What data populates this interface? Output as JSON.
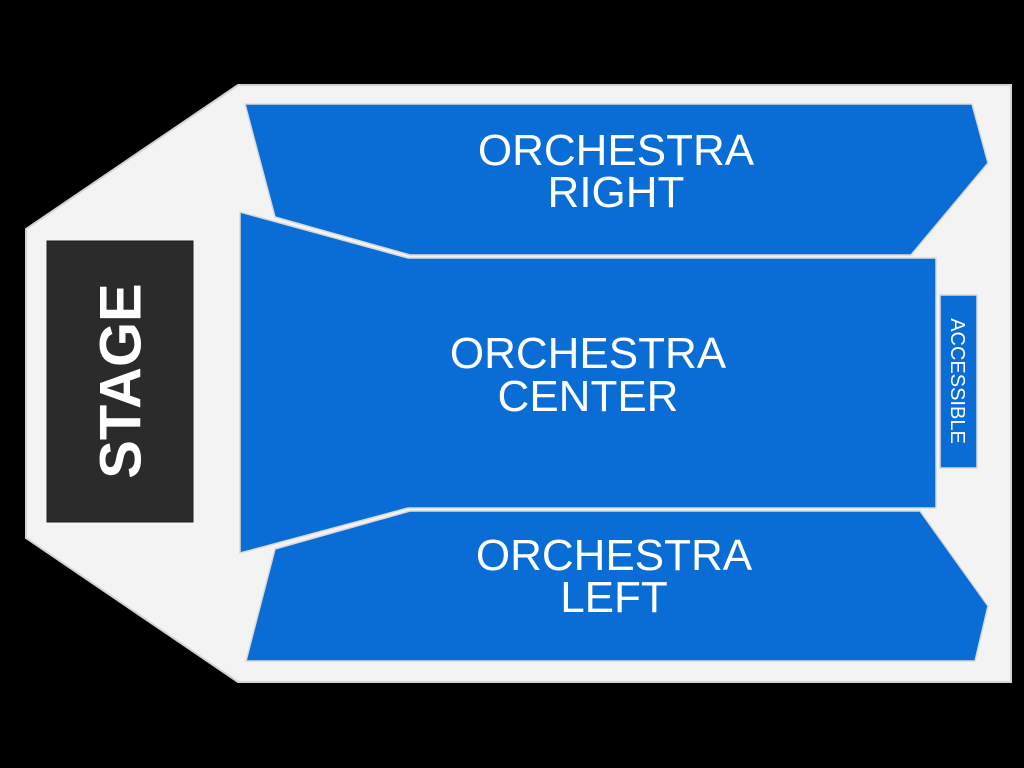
{
  "page": {
    "background": "#000000"
  },
  "venue": {
    "floor_color": "#F3F3F3",
    "outline_color": "#D3D3D3"
  },
  "stage": {
    "label": "STAGE",
    "fill": "#2B2B2B",
    "text_color": "#FFFFFF"
  },
  "sections": {
    "orchestra_right": {
      "name": "ORCHESTRA RIGHT",
      "line1": "ORCHESTRA",
      "line2": "RIGHT",
      "fill": "#0A6DD6",
      "text_color": "#FFFFFF"
    },
    "orchestra_center": {
      "name": "ORCHESTRA CENTER",
      "line1": "ORCHESTRA",
      "line2": "CENTER",
      "fill": "#0A6DD6",
      "text_color": "#FFFFFF"
    },
    "orchestra_left": {
      "name": "ORCHESTRA LEFT",
      "line1": "ORCHESTRA",
      "line2": "LEFT",
      "fill": "#0A6DD6",
      "text_color": "#FFFFFF"
    },
    "accessible": {
      "name": "ACCESSIBLE",
      "label": "ACCESSIBLE",
      "fill": "#0A6DD6",
      "text_color": "#FFFFFF"
    }
  }
}
